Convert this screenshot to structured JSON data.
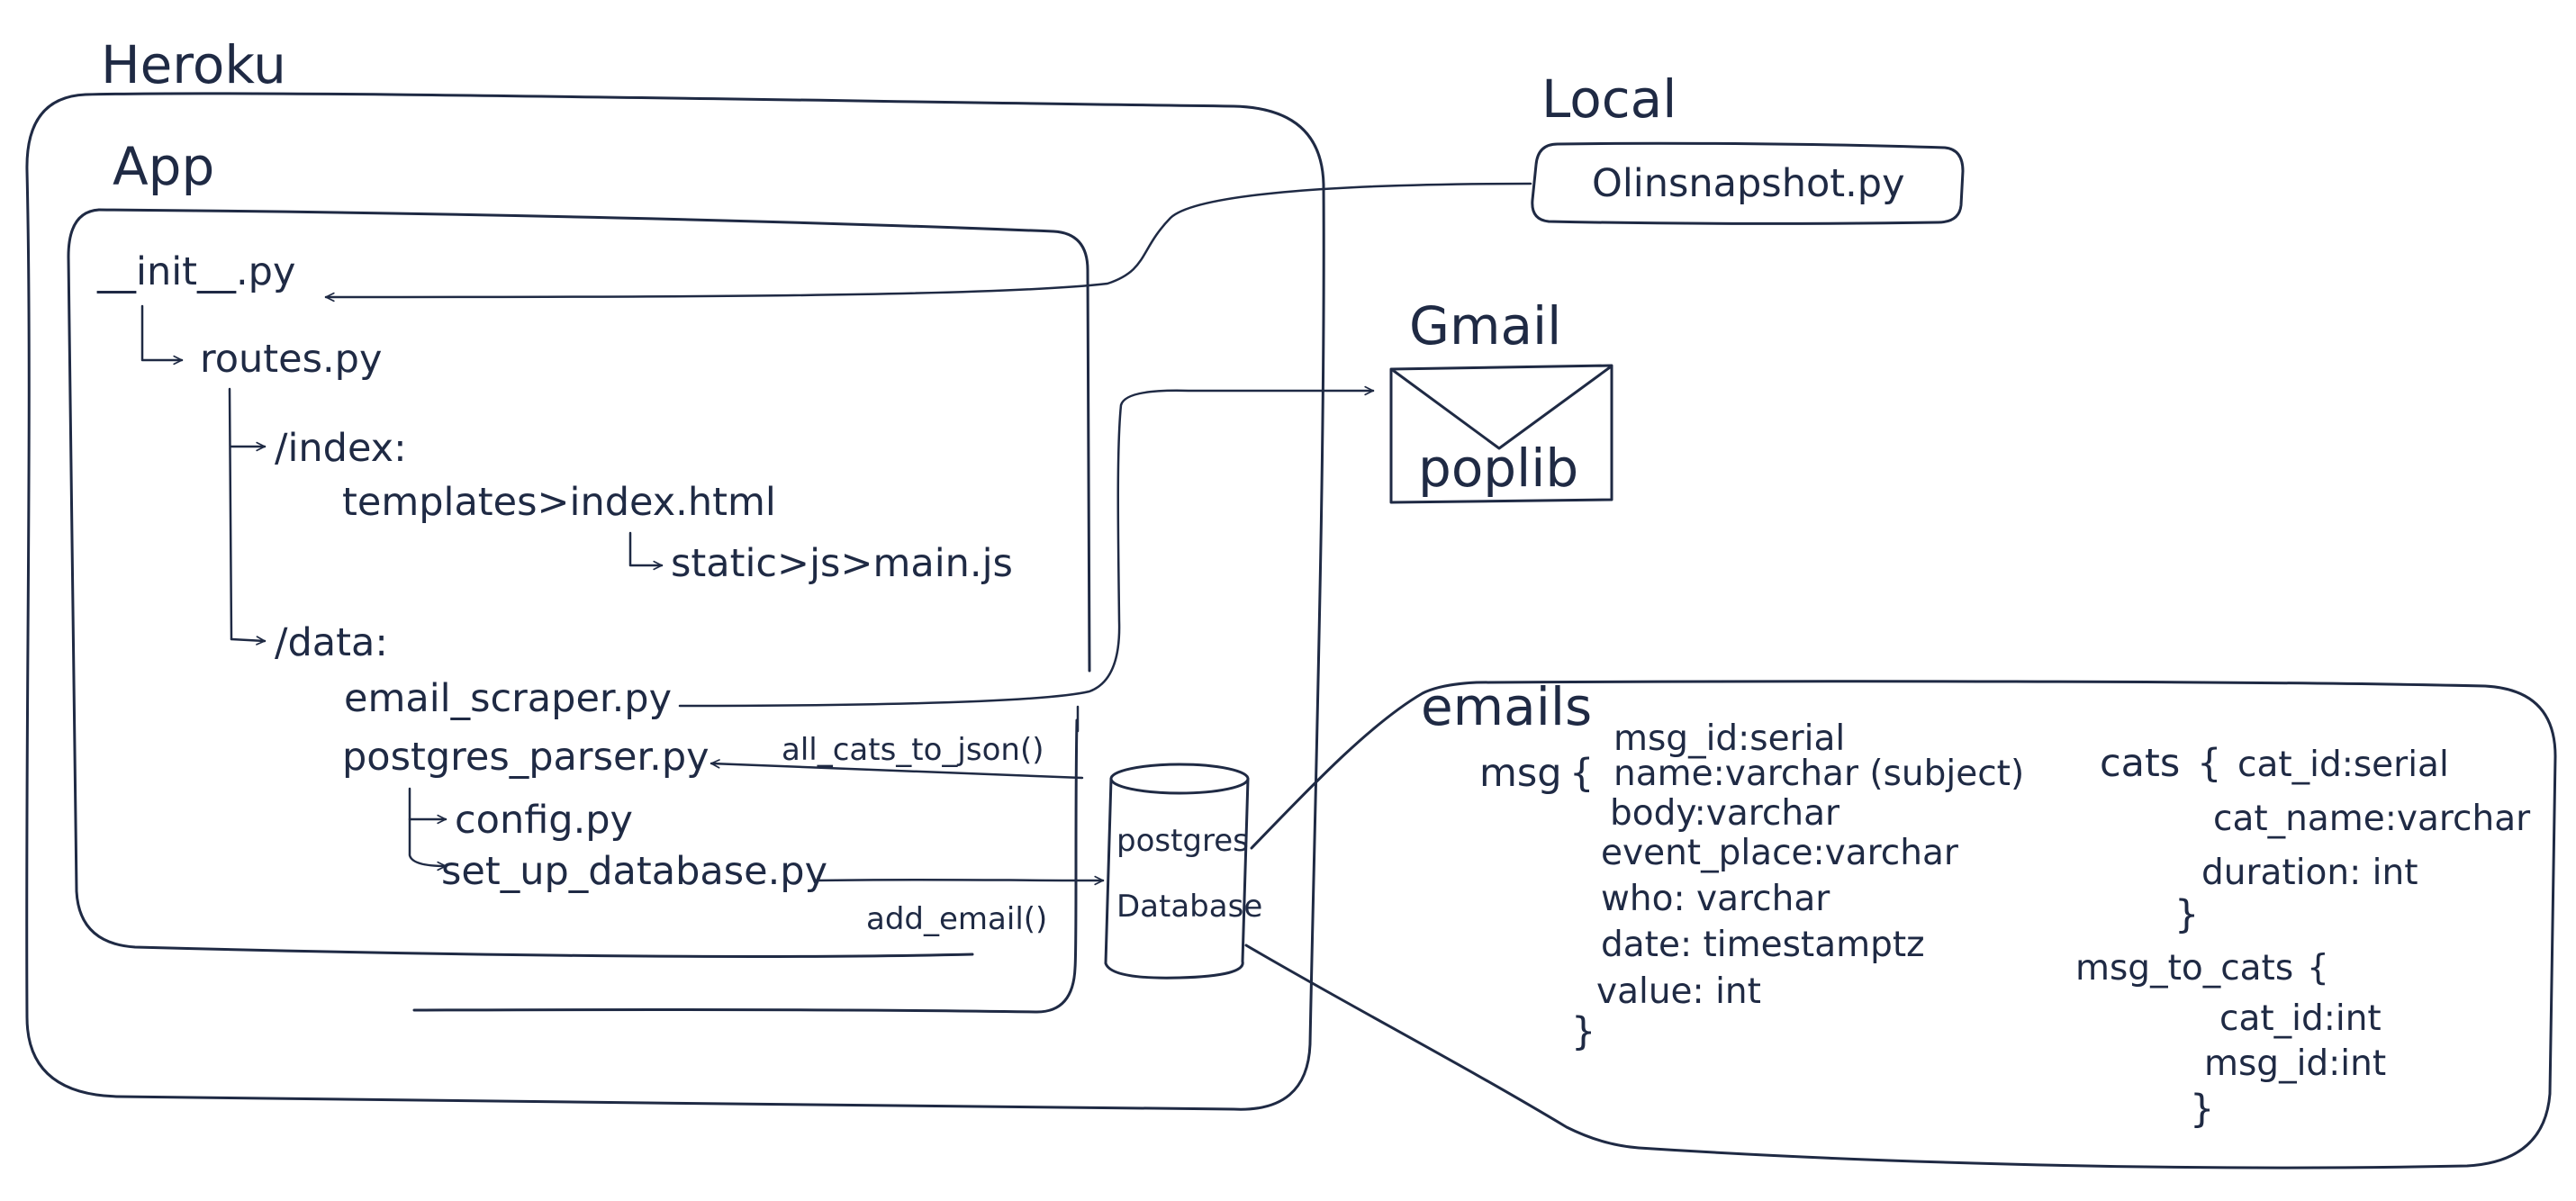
{
  "colors": {
    "ink": "#1f2a44",
    "paper": "#ffffff"
  },
  "heroku": {
    "label": "Heroku"
  },
  "app": {
    "label": "App",
    "init_file": "__init__.py",
    "routes_file": "routes.py",
    "index_route": "/index:",
    "index_template": "templates>index.html",
    "static_file": "static>js>main.js",
    "data_route": "/data:",
    "scraper_file": "email_scraper.py",
    "parser_file": "postgres_parser.py",
    "config_file": "config.py",
    "setup_file": "set_up_database.py"
  },
  "calls": {
    "all_cats": "all_cats_to_json()",
    "add_email": "add_email()"
  },
  "database": {
    "line1": "postgres",
    "line2": "Database"
  },
  "local": {
    "label": "Local",
    "script": "Olinsnapshot.py"
  },
  "gmail": {
    "label": "Gmail",
    "library": "poplib"
  },
  "schema": {
    "db_name": "emails",
    "msg_table": {
      "name": "msg",
      "open": "{",
      "close": "}",
      "fields": [
        "msg_id:serial",
        "name:varchar (subject)",
        "body:varchar",
        "event_place:varchar",
        "who: varchar",
        "date: timestamptz",
        "value: int"
      ]
    },
    "cats_table": {
      "name": "cats",
      "open": "{",
      "close": "}",
      "fields": [
        "cat_id:serial",
        "cat_name:varchar",
        "duration: int"
      ]
    },
    "msg_to_cats_table": {
      "name": "msg_to_cats",
      "open": "{",
      "close": "}",
      "fields": [
        "cat_id:int",
        "msg_id:int"
      ]
    }
  }
}
